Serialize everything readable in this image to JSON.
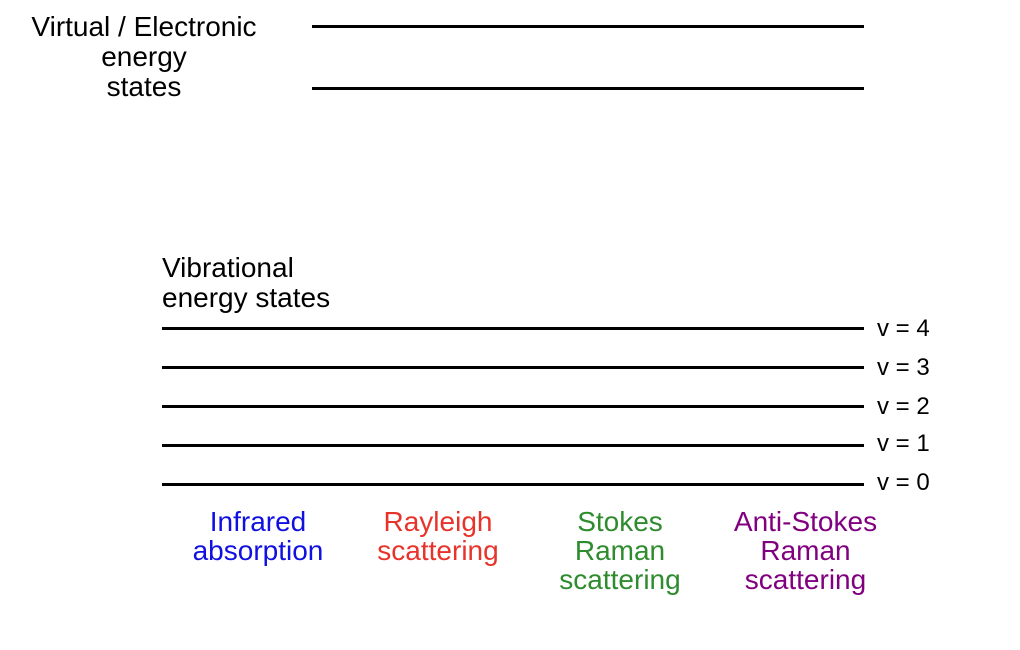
{
  "virtual_states": {
    "label_lines": [
      "Virtual / Electronic",
      "energy",
      "states"
    ]
  },
  "vibrational_states": {
    "label_lines": [
      "Vibrational",
      "energy states"
    ],
    "levels": [
      "v = 4",
      "v = 3",
      "v = 2",
      "v = 1",
      "v = 0"
    ]
  },
  "processes": [
    {
      "lines": [
        "Infrared",
        "absorption"
      ],
      "color": "#1010e0"
    },
    {
      "lines": [
        "Rayleigh",
        "scattering"
      ],
      "color": "#e8332a"
    },
    {
      "lines": [
        "Stokes",
        "Raman",
        "scattering"
      ],
      "color": "#2e8b2e"
    },
    {
      "lines": [
        "Anti-Stokes",
        "Raman",
        "scattering"
      ],
      "color": "#800080"
    }
  ]
}
